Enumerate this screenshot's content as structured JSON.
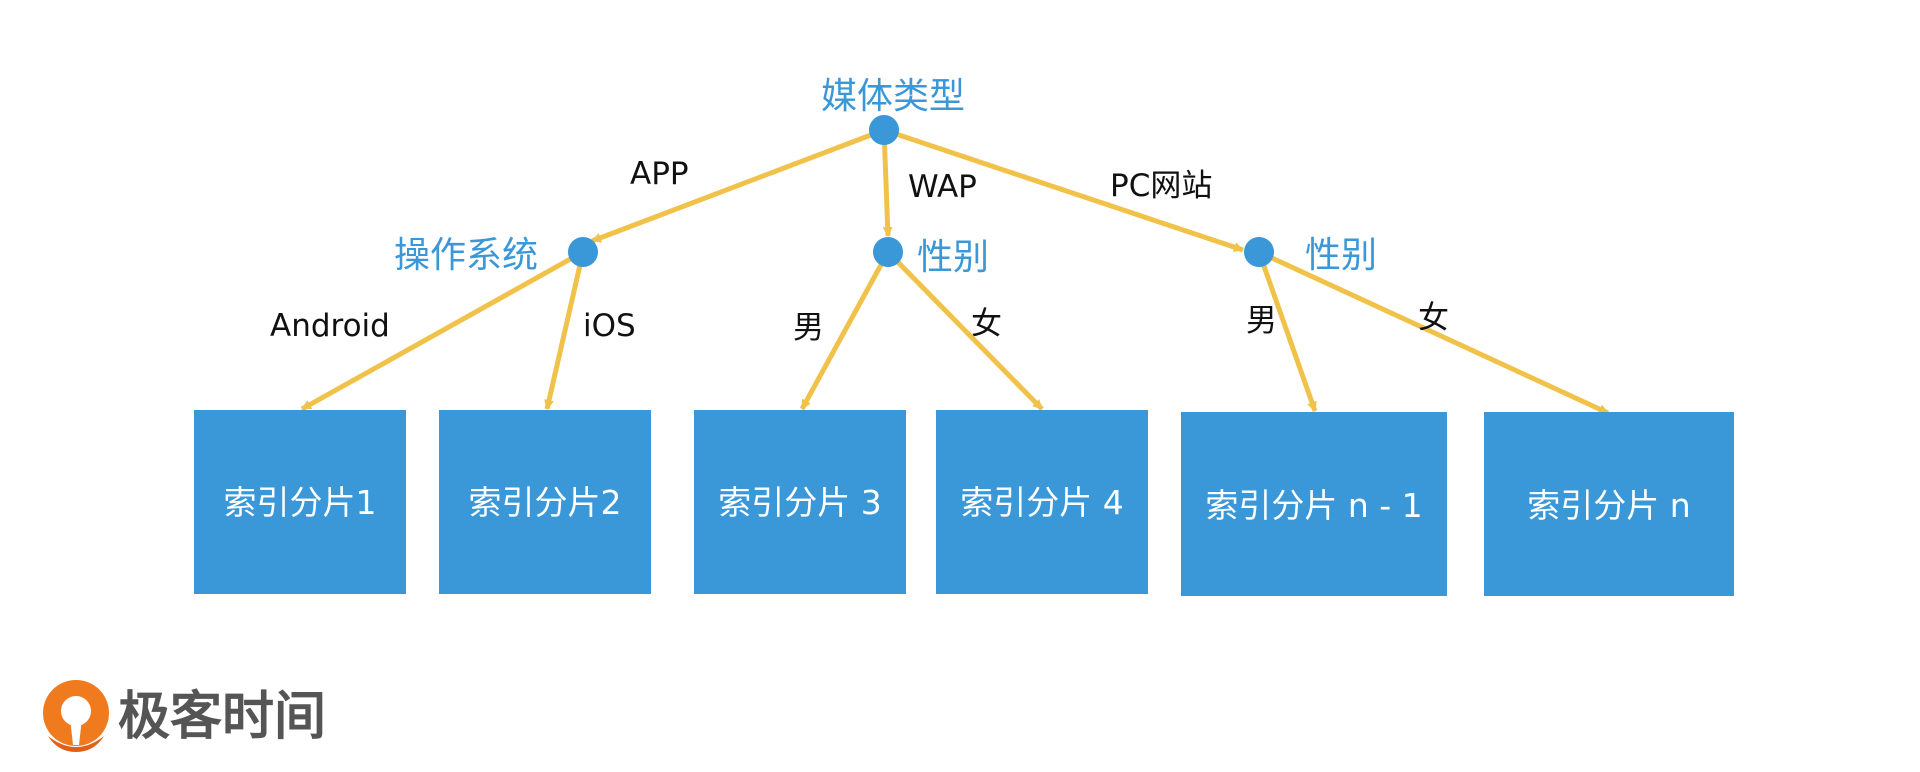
{
  "colors": {
    "node": "#3a97d8",
    "edge": "#f0c24a",
    "box": "#3a97d8",
    "box_text": "#ffffff",
    "edge_label": "#111111",
    "logo_orange": "#f07b1f",
    "logo_text": "#555555"
  },
  "nodes": {
    "root": "媒体类型",
    "os": "操作系统",
    "gender_wap": "性别",
    "gender_pc": "性别"
  },
  "edges": {
    "app": "APP",
    "wap": "WAP",
    "pc": "PC网站",
    "android": "Android",
    "ios": "iOS",
    "wap_male": "男",
    "wap_female": "女",
    "pc_male": "男",
    "pc_female": "女"
  },
  "shards": [
    "索引分片1",
    "索引分片2",
    "索引分片 3",
    "索引分片 4",
    "索引分片 n - 1",
    "索引分片 n"
  ],
  "logo": {
    "icon": "geektime-logo-icon",
    "text": "极客时间"
  }
}
